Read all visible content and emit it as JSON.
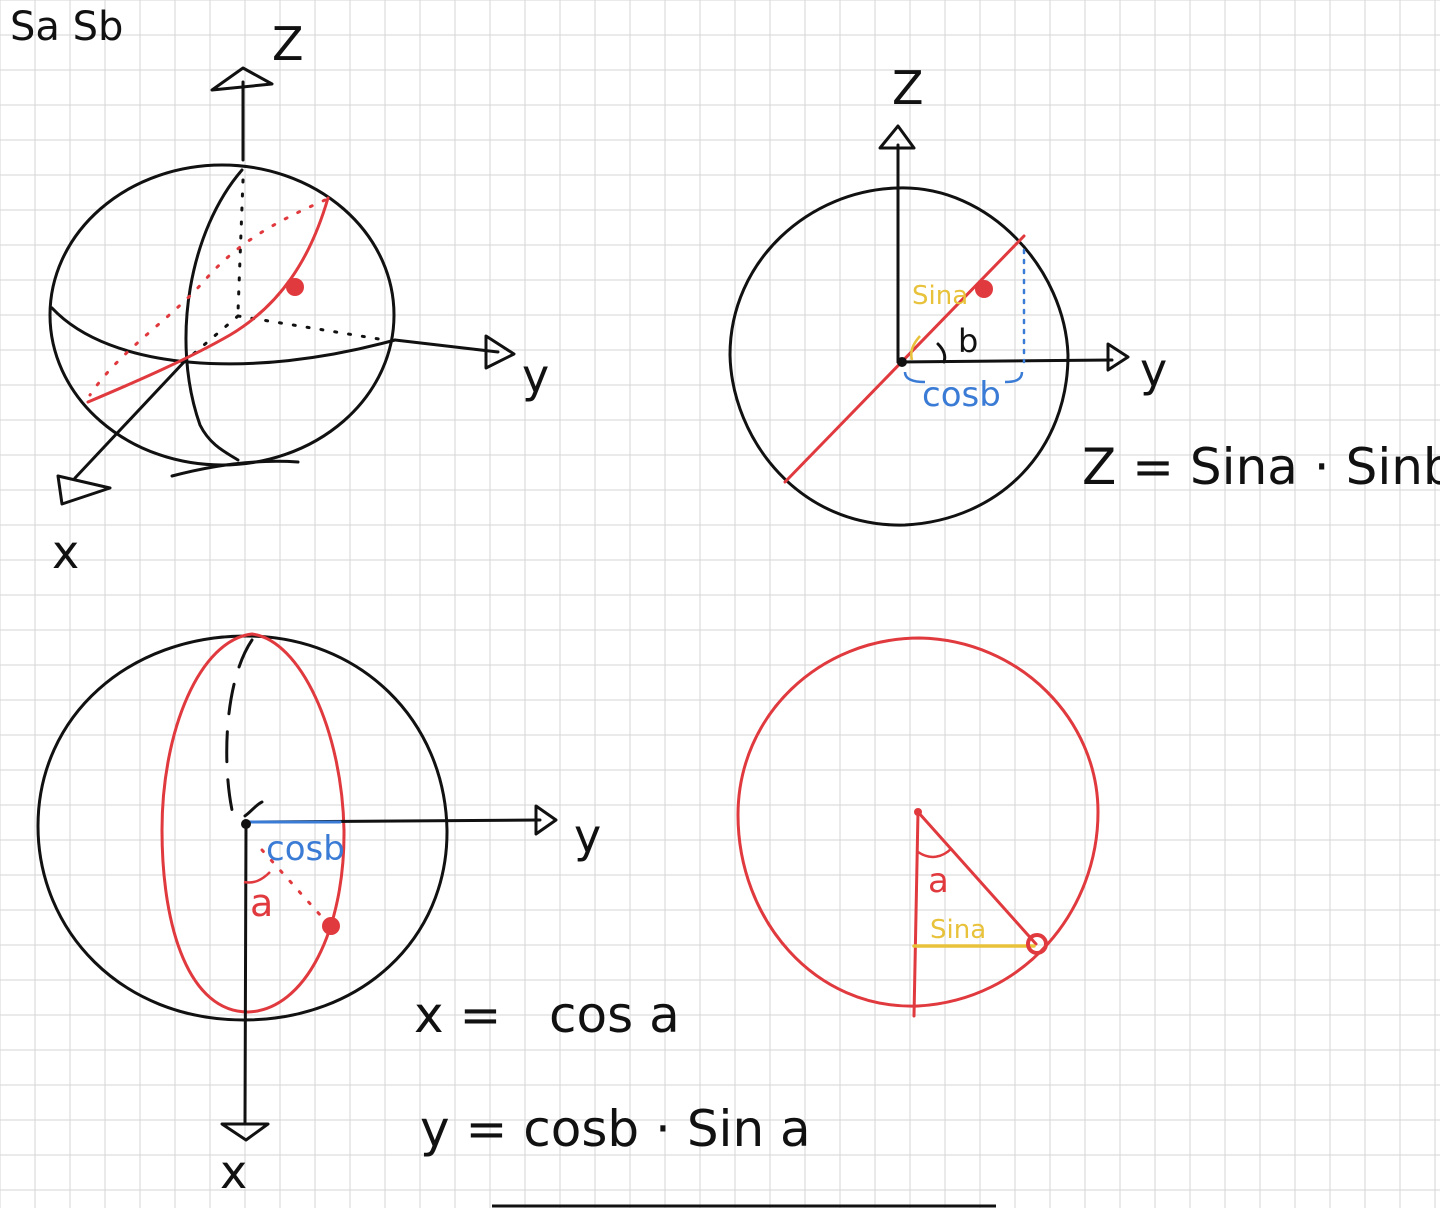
{
  "colors": {
    "ink": "#111111",
    "accent_red": "#e0393e",
    "accent_blue": "#3a7bd5",
    "accent_yellow": "#e8c23a",
    "grid": "#d5d5d5",
    "background": "#ffffff"
  },
  "top_left_fragment": "Sa Sb",
  "panel_3d": {
    "axis_z": "Z",
    "axis_y": "y",
    "axis_x": "x"
  },
  "panel_zy": {
    "axis_z": "Z",
    "axis_y": "y",
    "label_sin": "Sina",
    "label_b": "b",
    "label_cos": "cosb",
    "equation": "Z = Sina · Sinb"
  },
  "panel_xy": {
    "axis_y": "y",
    "axis_x": "x",
    "label_cos": "cosb",
    "label_a": "a",
    "equation_x": "x =   cos a",
    "equation_y": "y = cosb · Sin a"
  },
  "panel_circle": {
    "label_a": "a",
    "label_sin": "Sina"
  }
}
